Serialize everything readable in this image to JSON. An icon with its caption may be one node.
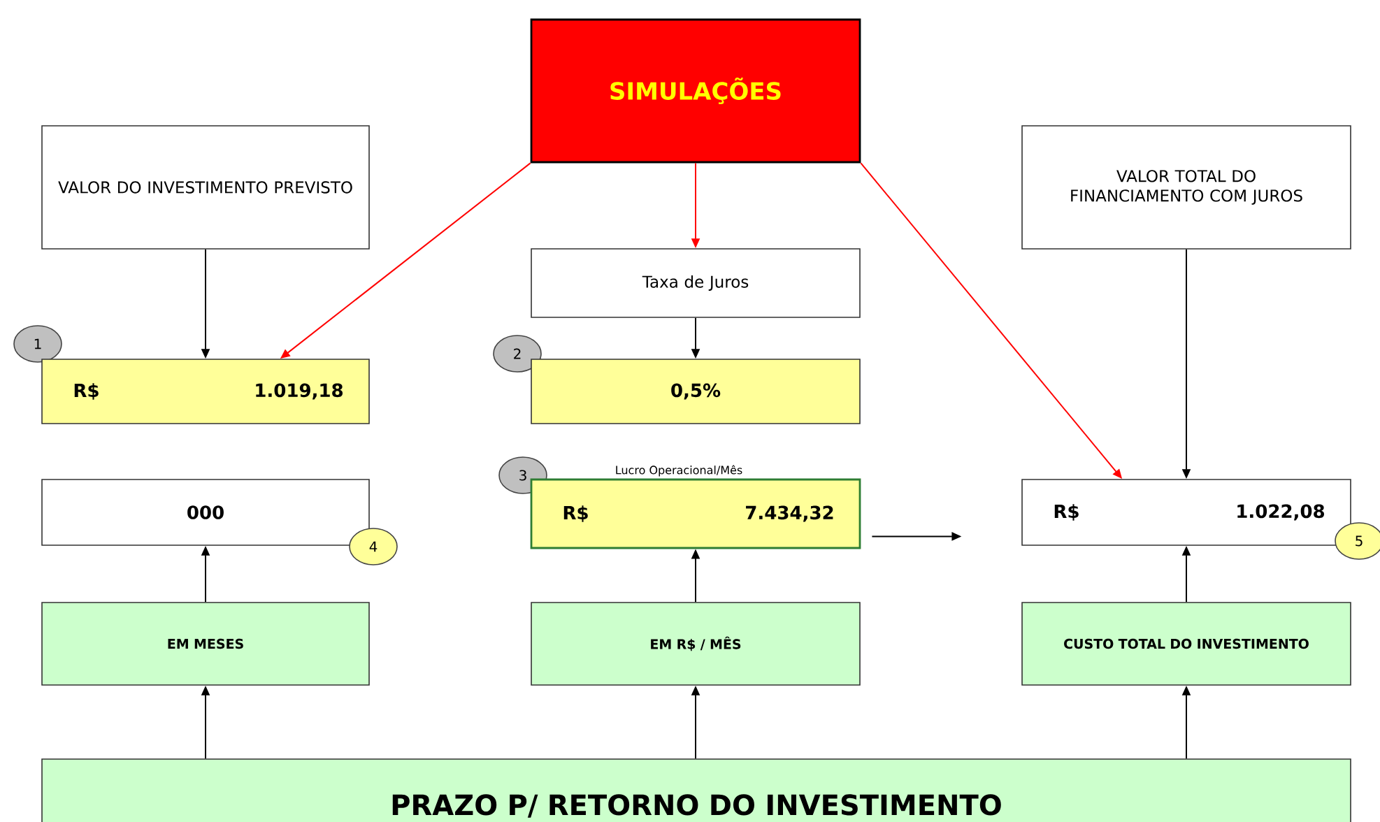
{
  "diagram": {
    "nodes": [
      {
        "text": [
          "SIMULAÇÕES"
        ]
      },
      {
        "text": [
          "VALOR DO INVESTIMENTO PREVISTO"
        ]
      },
      {
        "text": [
          "VALOR TOTAL DO FINANCIAMENTO COM JUROS"
        ]
      },
      {
        "text": [
          "Taxa de Juros"
        ]
      },
      {
        "text": [
          "1"
        ]
      },
      {
        "text": [
          "R$",
          "1.019,18"
        ]
      },
      {
        "text": [
          "2"
        ]
      },
      {
        "text": [
          "0,5%"
        ]
      },
      {
        "text": [
          "3"
        ]
      },
      {
        "text": [
          "Lucro Operacional/Mês",
          "R$",
          "7.434,32"
        ]
      },
      {
        "text": [
          "000"
        ]
      },
      {
        "text": [
          "4"
        ]
      },
      {
        "text": [
          "R$",
          "1.022,08"
        ]
      },
      {
        "text": [
          "5"
        ]
      },
      {
        "text": [
          "EM MESES"
        ]
      },
      {
        "text": [
          "EM R$ / MÊS"
        ]
      },
      {
        "text": [
          "CUSTO TOTAL DO INVESTIMENTO"
        ]
      },
      {
        "text": [
          "PRAZO P/ RETORNO DO INVESTIMENTO"
        ]
      }
    ],
    "edges": [
      {
        "from": 0,
        "to": 5,
        "arrow": "to",
        "color": "#ff0000"
      },
      {
        "from": 0,
        "to": 3,
        "arrow": "to",
        "color": "#ff0000"
      },
      {
        "from": 0,
        "to": 12,
        "arrow": "to",
        "color": "#ff0000"
      },
      {
        "from": 1,
        "to": 5,
        "arrow": "to"
      },
      {
        "from": 3,
        "to": 7,
        "arrow": "to"
      },
      {
        "from": 2,
        "to": 12,
        "arrow": "to"
      },
      {
        "from": 14,
        "to": 10,
        "arrow": "to"
      },
      {
        "from": 15,
        "to": 9,
        "arrow": "to"
      },
      {
        "from": 16,
        "to": 12,
        "arrow": "to"
      },
      {
        "from": 9,
        "to": null,
        "arrow": "to"
      },
      {
        "from": 17,
        "to": 14,
        "arrow": "to"
      },
      {
        "from": 17,
        "to": 15,
        "arrow": "to"
      },
      {
        "from": 17,
        "to": 16,
        "arrow": "to"
      }
    ]
  }
}
